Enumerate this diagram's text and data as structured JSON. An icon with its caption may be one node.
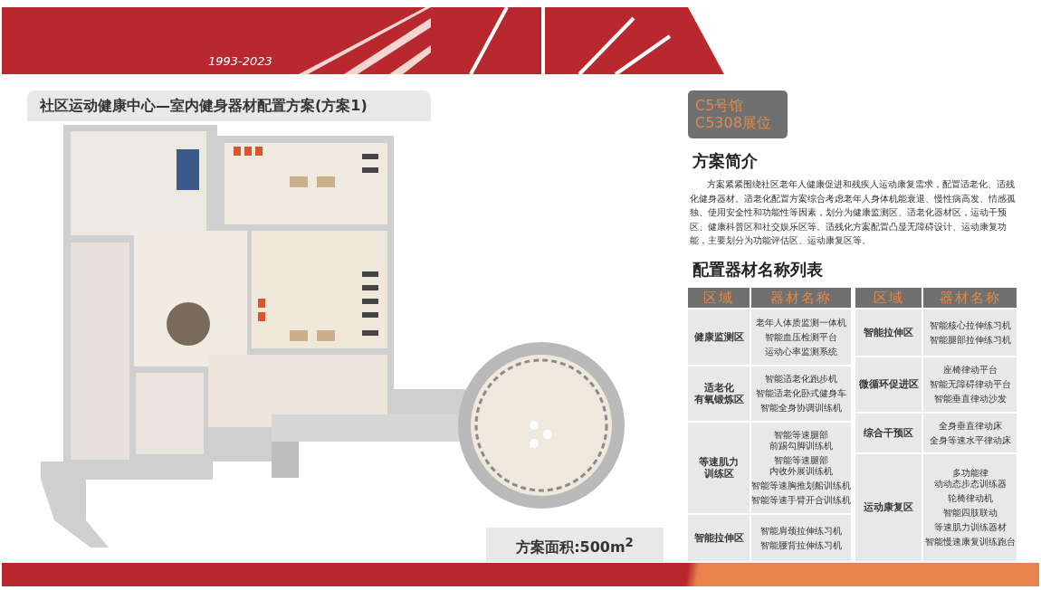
{
  "diagram": {
    "title": "社区运动健康中心—室内健身器材配置方案(方案1)",
    "labels": [
      "C5号馆 C5308展位",
      "1993-2023",
      "方案简介",
      "方案紧紧围绕社区老年人健康促进和残疾人运动康复需求，配置适老化、适残化健身器材。适老化配置方案综合考虑老年人身体机能衰退、慢性病高发、情感孤独、使用安全性和功能性等因素，划分为健康监测区、适老化器材区，运动干预区、健康科普区和社交娱乐区等。适残化方案配置凸显无障碍设计、运动康复功能，主要划分为功能评估区、运动康复区等。",
      "配置器材名称列表",
      "区域",
      "器材名称",
      "区域",
      "器材名称",
      "健康监测区",
      "老年人体质监测一体机",
      "智能血压检测平台",
      "运动心率监测系统",
      "适老化有氧锻炼区",
      "智能适老化跑步机",
      "智能适老化卧式健身车",
      "智能全身协调训练机",
      "等速肌力训练区",
      "智能等速腿部前踢勾脚训练机",
      "智能等速腿部内收外展训练机",
      "智能等速胸推划船训练机",
      "智能等速手臂开合训练机",
      "智能拉伸区",
      "智能肩颈拉伸练习机",
      "智能腰背拉伸练习机",
      "智能拉伸区",
      "智能核心拉伸练习机",
      "智能腿部拉伸练习机",
      "微循环促进区",
      "座椅律动平台",
      "智能无障碍律动平台",
      "智能垂直律动沙发",
      "综合干预区",
      "全身垂直律动床",
      "全身等速水平律动床",
      "运动康复区",
      "多功能律动动态步态训练器",
      "轮椅律动机",
      "智能四肢联动",
      "等速肌力训练器材",
      "智能慢速康复训练跑台",
      "方案面积:500m$^{2}$"
    ]
  }
}
